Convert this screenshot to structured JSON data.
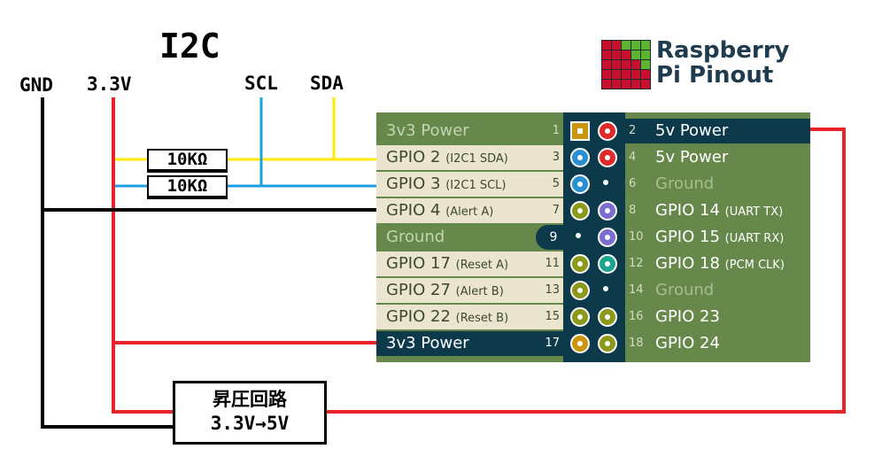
{
  "heading": "I2C",
  "rails": {
    "gnd": "GND",
    "v33": "3.3V",
    "scl": "SCL",
    "sda": "SDA"
  },
  "resistors": [
    "10KΩ",
    "10KΩ"
  ],
  "booster": {
    "line1": "昇圧回路",
    "line2": "3.3V→5V"
  },
  "logo": {
    "line1": "Raspberry",
    "line2": "Pi Pinout"
  },
  "colors": {
    "board_green": "#66884a",
    "board_dark": "#0d3a4a",
    "cream": "#ebe4cf",
    "wire_red": "#e8232a",
    "wire_yellow": "#ffea00",
    "wire_blue": "#1d9ee0",
    "wire_black": "#000000"
  },
  "left_pins": [
    {
      "num": "1",
      "name": "3v3 Power",
      "sub": "",
      "style": "green",
      "pin": "square",
      "color": "#c9960e"
    },
    {
      "num": "3",
      "name": "GPIO 2",
      "sub": "(I2C1 SDA)",
      "style": "cream",
      "pin": "round",
      "color": "#2a8fd0"
    },
    {
      "num": "5",
      "name": "GPIO 3",
      "sub": "(I2C1 SCL)",
      "style": "cream",
      "pin": "round",
      "color": "#2a8fd0"
    },
    {
      "num": "7",
      "name": "GPIO 4",
      "sub": "(Alert A)",
      "style": "cream",
      "pin": "round",
      "color": "#8b9a1a"
    },
    {
      "num": "9",
      "name": "Ground",
      "sub": "",
      "style": "green",
      "pin": "gnd",
      "color": "#0d3a4a"
    },
    {
      "num": "11",
      "name": "GPIO 17",
      "sub": "(Reset A)",
      "style": "cream",
      "pin": "round",
      "color": "#8b9a1a"
    },
    {
      "num": "13",
      "name": "GPIO 27",
      "sub": "(Alert B)",
      "style": "cream",
      "pin": "round",
      "color": "#8b9a1a"
    },
    {
      "num": "15",
      "name": "GPIO 22",
      "sub": "(Reset B)",
      "style": "cream",
      "pin": "round",
      "color": "#8b9a1a"
    },
    {
      "num": "17",
      "name": "3v3 Power",
      "sub": "",
      "style": "dark",
      "pin": "round",
      "color": "#c9960e"
    }
  ],
  "right_pins": [
    {
      "num": "2",
      "name": "5v Power",
      "sub": "",
      "style": "dark",
      "pin": "round",
      "color": "#e02a2a"
    },
    {
      "num": "4",
      "name": "5v Power",
      "sub": "",
      "style": "",
      "pin": "round",
      "color": "#e02a2a"
    },
    {
      "num": "6",
      "name": "Ground",
      "sub": "",
      "style": "gnd",
      "pin": "gnd",
      "color": "#0d3a4a"
    },
    {
      "num": "8",
      "name": "GPIO 14",
      "sub": "(UART TX)",
      "style": "",
      "pin": "round",
      "color": "#7a6fd0"
    },
    {
      "num": "10",
      "name": "GPIO 15",
      "sub": "(UART RX)",
      "style": "",
      "pin": "round",
      "color": "#7a6fd0"
    },
    {
      "num": "12",
      "name": "GPIO 18",
      "sub": "(PCM CLK)",
      "style": "",
      "pin": "round",
      "color": "#1aa58f"
    },
    {
      "num": "14",
      "name": "Ground",
      "sub": "",
      "style": "gnd",
      "pin": "gnd",
      "color": "#0d3a4a"
    },
    {
      "num": "16",
      "name": "GPIO 23",
      "sub": "",
      "style": "",
      "pin": "round",
      "color": "#8b9a1a"
    },
    {
      "num": "18",
      "name": "GPIO 24",
      "sub": "",
      "style": "",
      "pin": "round",
      "color": "#8b9a1a"
    }
  ]
}
